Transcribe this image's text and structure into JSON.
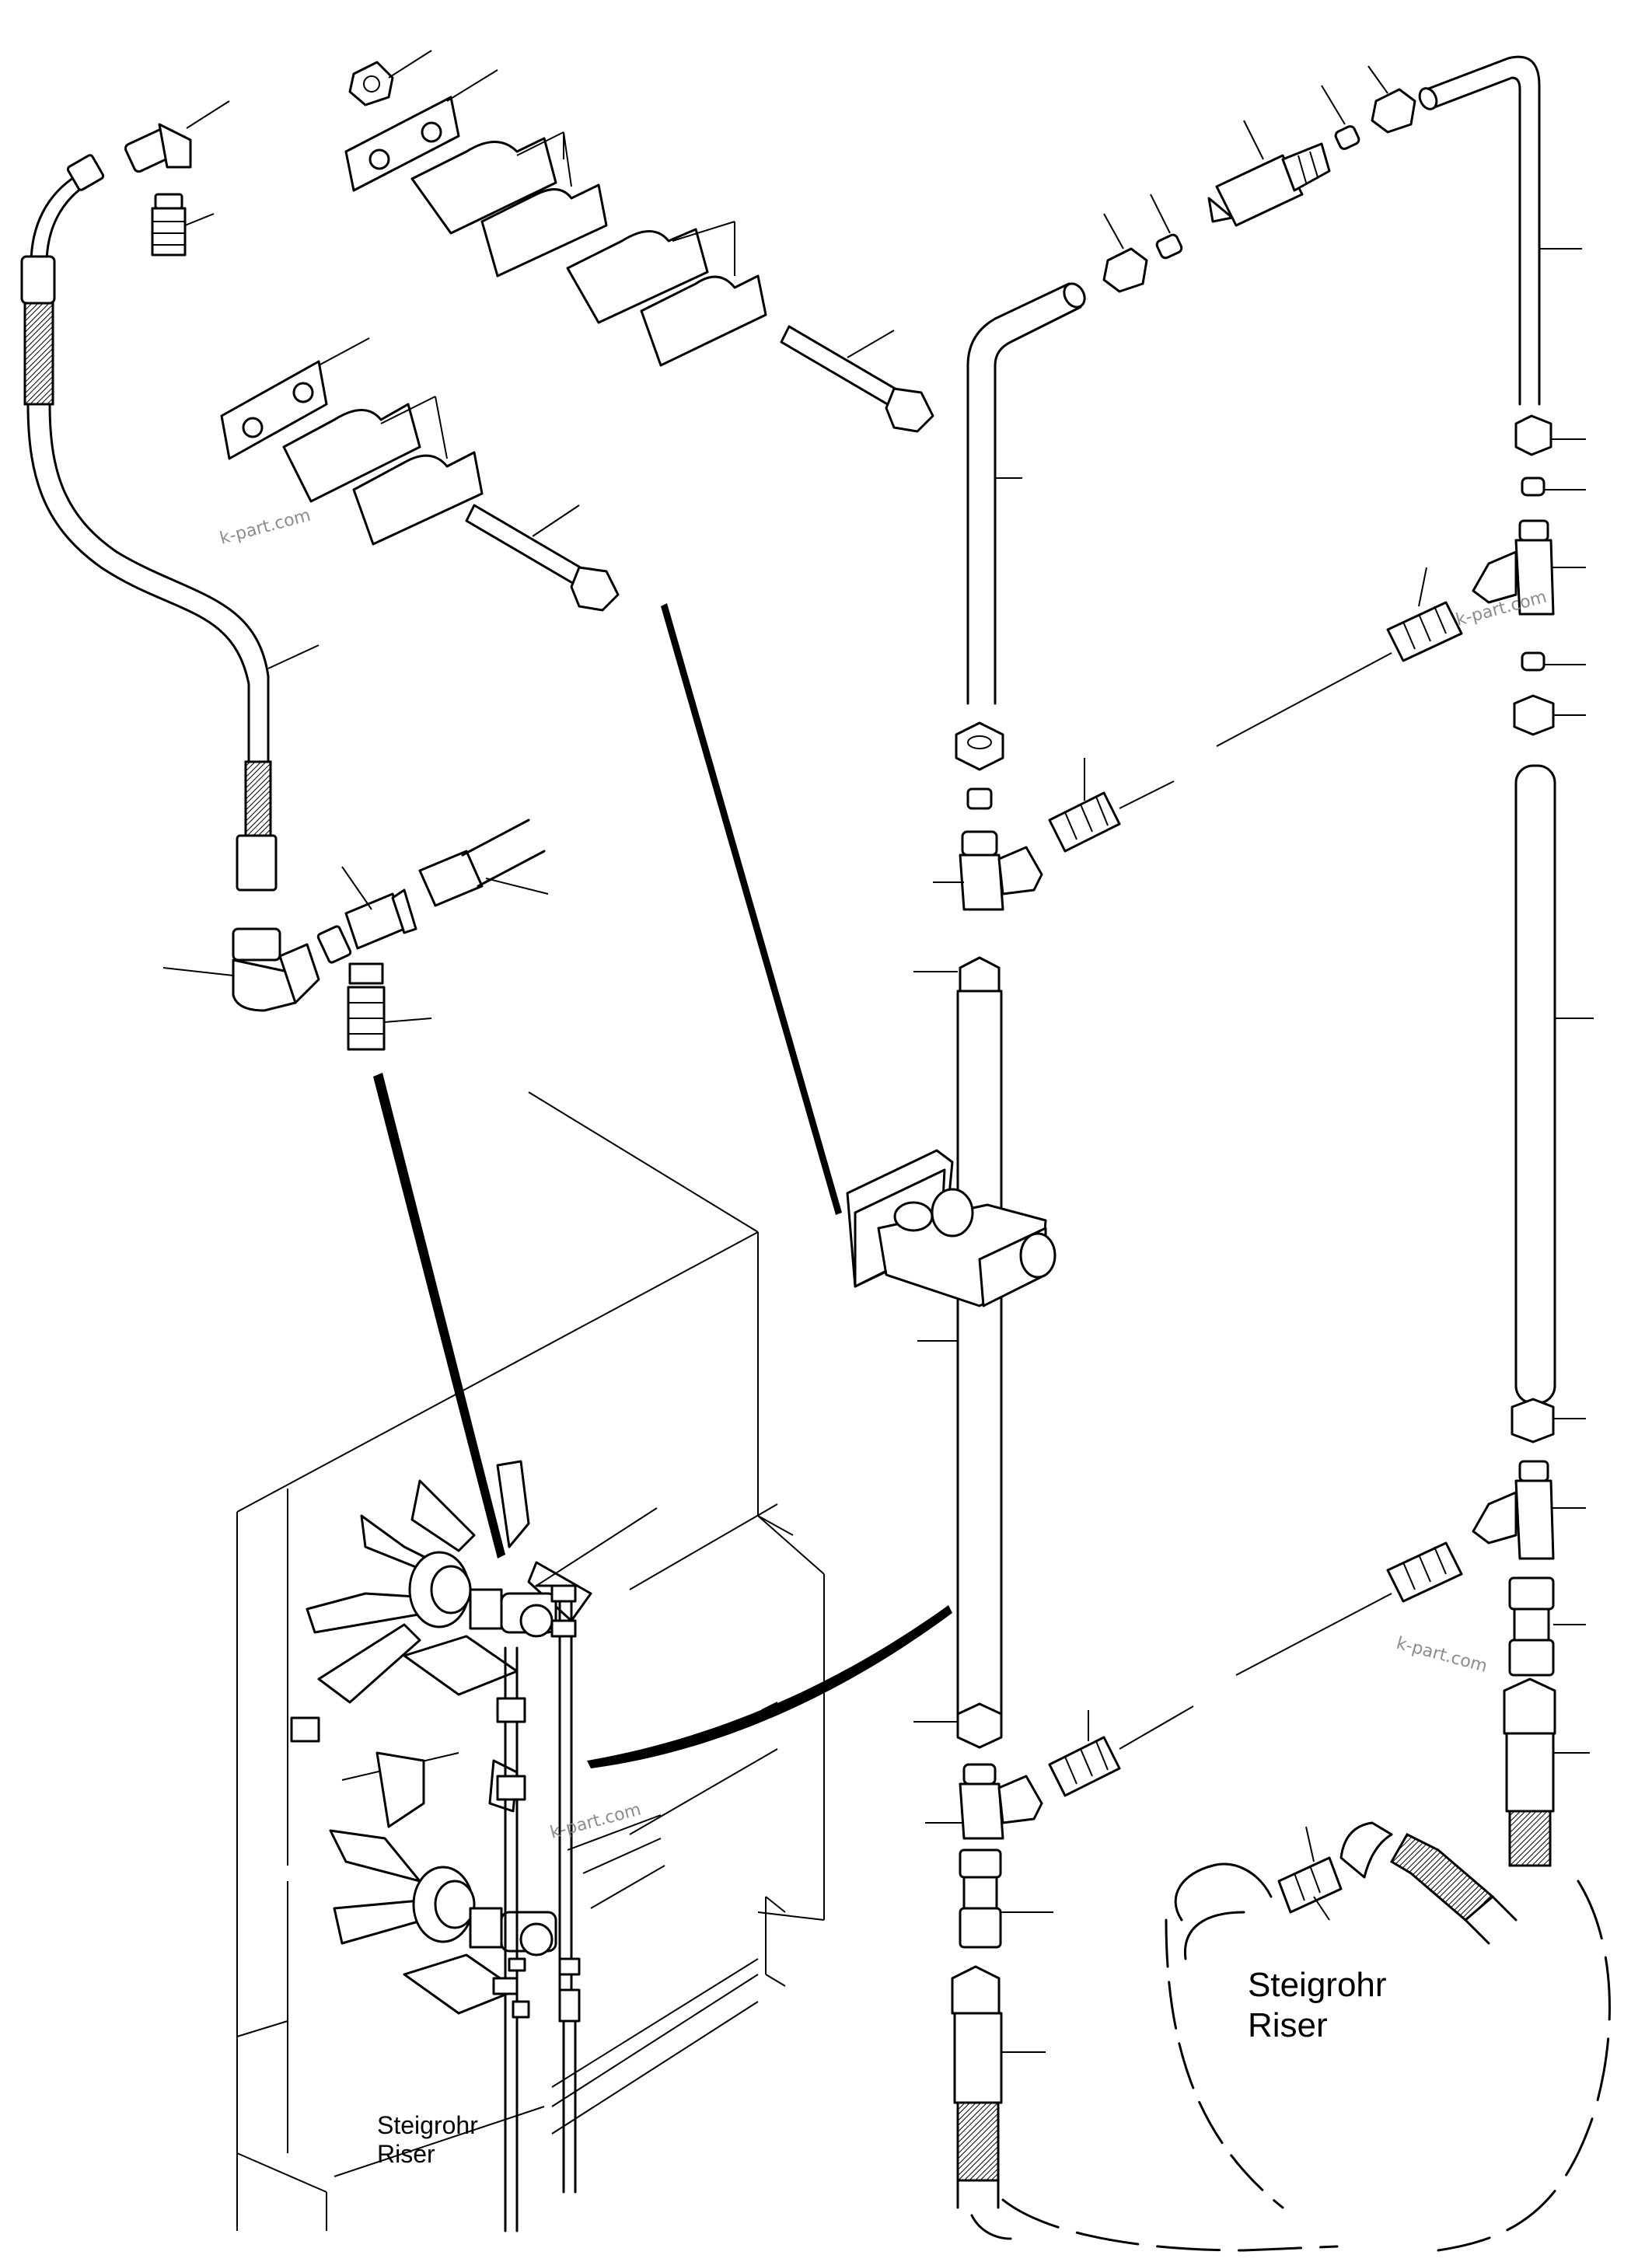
{
  "labels": {
    "riser_de_large": "Steigrohr",
    "riser_en_large": "Riser",
    "riser_de_small": "Steigrohr",
    "riser_en_small": "Riser"
  },
  "watermarks": {
    "top_left": "k-part.com",
    "right_upper": "k-part.com",
    "right_lower": "k-part.com",
    "center": "k-part.com"
  },
  "colors": {
    "line": "#000000",
    "background": "#ffffff",
    "watermark": "#8c8c8c"
  }
}
